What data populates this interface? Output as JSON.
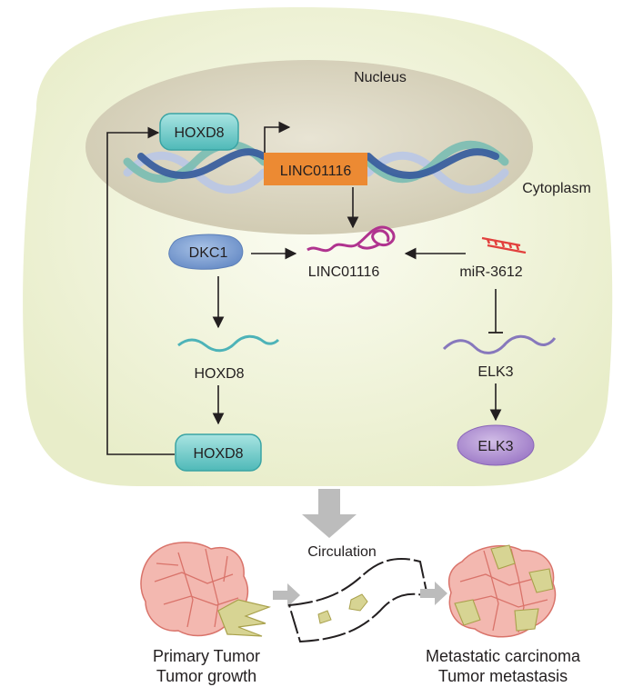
{
  "labels": {
    "nucleus": "Nucleus",
    "cytoplasm": "Cytoplasm",
    "gene_box": "LINC01116",
    "lnc_rna": "LINC01116",
    "hoxd8_nuclear": "HOXD8",
    "dkc1": "DKC1",
    "hoxd8_mrna": "HOXD8",
    "hoxd8_protein": "HOXD8",
    "mirna": "miR-3612",
    "elk3_mrna": "ELK3",
    "elk3_protein": "ELK3",
    "circulation": "Circulation",
    "primary_line1": "Primary Tumor",
    "primary_line2": "Tumor growth",
    "metastatic_line1": "Metastatic carcinoma",
    "metastatic_line2": "Tumor metastasis"
  },
  "colors": {
    "cell_fill": "#eef2d8",
    "nucleus_fill": "#ddd8c4",
    "gene_box": "#ec8a33",
    "hoxd8_box": "#7fd1cf",
    "dkc1": "#7ea1d4",
    "elk3": "#b79ad3",
    "lnc_rna": "#b0338f",
    "mirna": "#e2403d",
    "hoxd8_mrna": "#4db3b8",
    "elk3_mrna": "#8778bc",
    "tumor_pink": "#f3b8b0",
    "tumor_lines": "#d9736a",
    "tumor_olive": "#d7d493",
    "arrow_gray": "#bcbcbc"
  }
}
